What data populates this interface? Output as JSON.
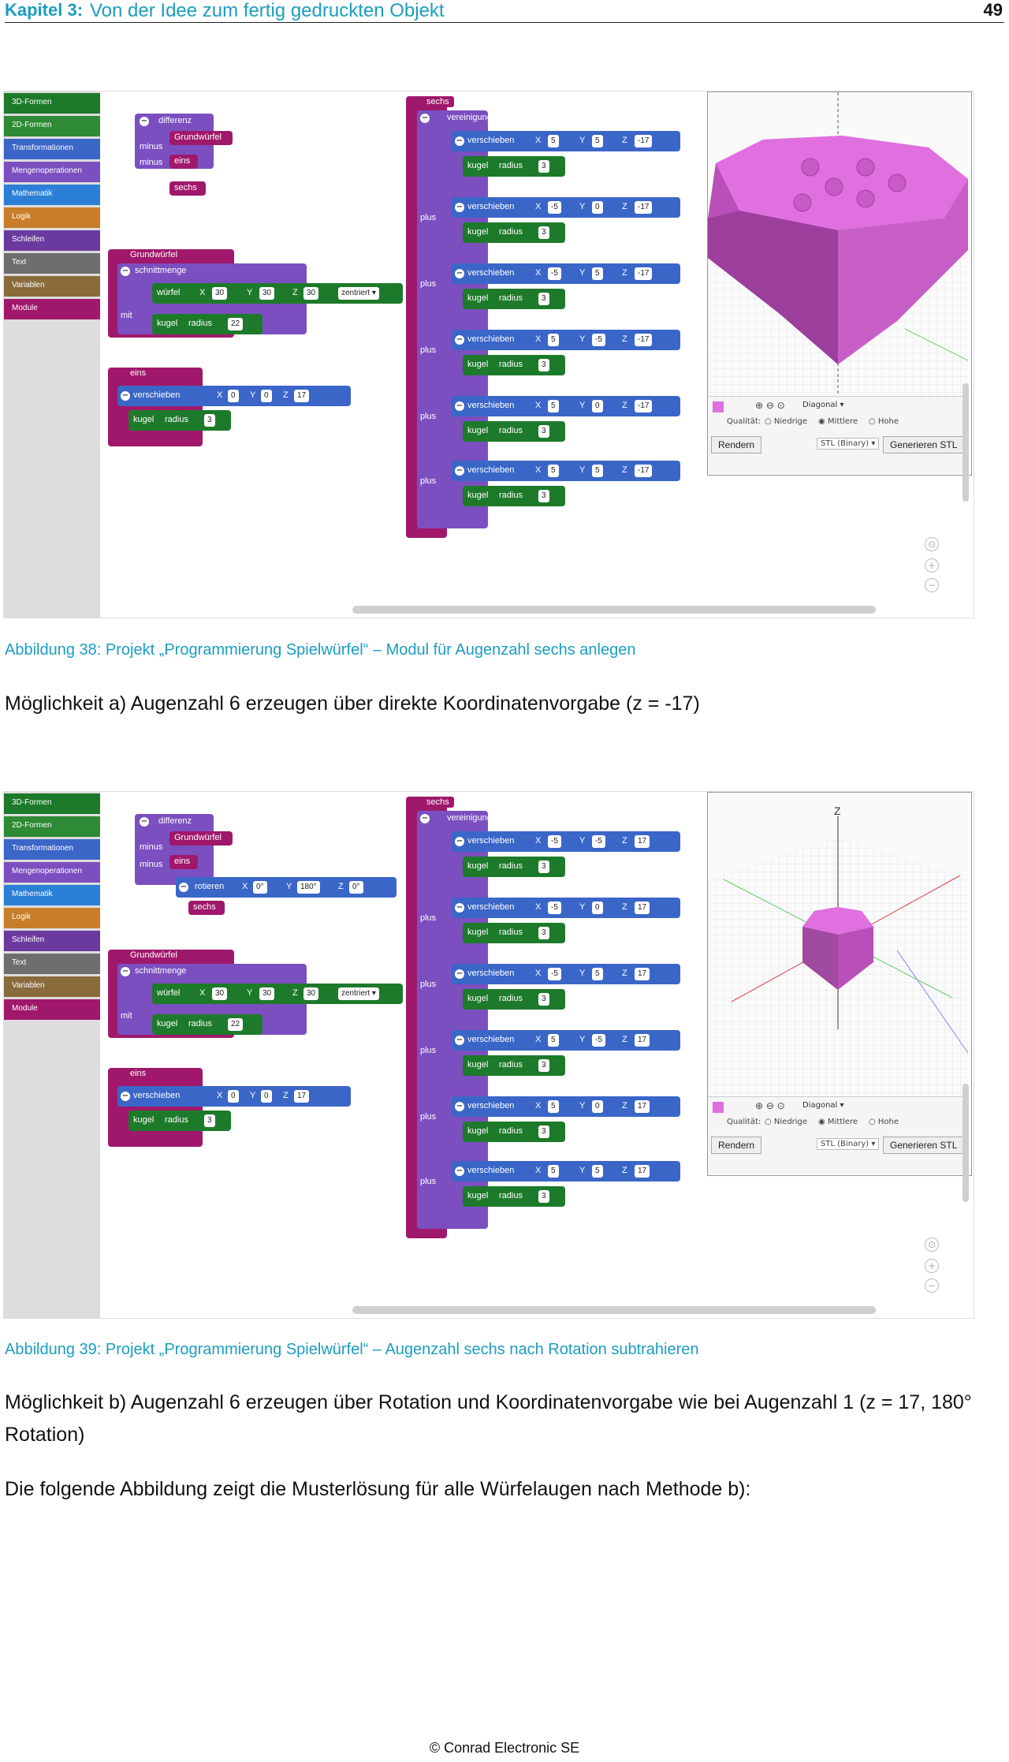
{
  "header": {
    "chapter": "Kapitel 3:",
    "title": "Von der Idee zum fertig gedruckten Objekt",
    "page_number": "49"
  },
  "toolbox_categories": [
    {
      "label": "3D-Formen",
      "color": "#1d7a2a"
    },
    {
      "label": "2D-Formen",
      "color": "#2e8a34"
    },
    {
      "label": "Transformationen",
      "color": "#3a66c8"
    },
    {
      "label": "Mengenoperationen",
      "color": "#7b4fc0"
    },
    {
      "label": "Mathematik",
      "color": "#2b7fd6"
    },
    {
      "label": "Logik",
      "color": "#c77d29"
    },
    {
      "label": "Schleifen",
      "color": "#6b3a9e"
    },
    {
      "label": "Text",
      "color": "#6e6e6e"
    },
    {
      "label": "Variablen",
      "color": "#8a6b3c"
    },
    {
      "label": "Module",
      "color": "#a0186b"
    }
  ],
  "blocks": {
    "difference": "differenz",
    "grundwuerfel": "Grundwürfel",
    "minus": "minus",
    "eins": "eins",
    "sechs": "sechs",
    "intersection": "schnittmenge",
    "wuerfel": "würfel",
    "x": "X",
    "y": "Y",
    "z": "Z",
    "v30": "30",
    "centered": "zentriert",
    "mit": "mit",
    "kugel": "kugel",
    "radius": "radius",
    "v22": "22",
    "verschieben": "verschieben",
    "v0": "0",
    "v17": "17",
    "v3": "3",
    "vereinigung": "vereinigung",
    "plus": "plus",
    "rotieren": "rotieren",
    "r0": "0°",
    "r180": "180°"
  },
  "moves_fig1": [
    {
      "x": "5",
      "y": "5",
      "z": "-17"
    },
    {
      "x": "-5",
      "y": "0",
      "z": "-17"
    },
    {
      "x": "-5",
      "y": "5",
      "z": "-17"
    },
    {
      "x": "5",
      "y": "-5",
      "z": "-17"
    },
    {
      "x": "5",
      "y": "0",
      "z": "-17"
    },
    {
      "x": "5",
      "y": "5",
      "z": "-17"
    }
  ],
  "moves_fig2": [
    {
      "x": "-5",
      "y": "-5",
      "z": "17"
    },
    {
      "x": "-5",
      "y": "0",
      "z": "17"
    },
    {
      "x": "-5",
      "y": "5",
      "z": "17"
    },
    {
      "x": "5",
      "y": "-5",
      "z": "17"
    },
    {
      "x": "5",
      "y": "0",
      "z": "17"
    },
    {
      "x": "5",
      "y": "5",
      "z": "17"
    }
  ],
  "viewer": {
    "view_select": "Diagonal",
    "quality_label": "Qualität:",
    "quality_options": [
      "Niedrige",
      "Mittlere",
      "Hohe"
    ],
    "render_button": "Rendern",
    "format_select": "STL (Binary)",
    "generate_button": "Generieren STL",
    "axis_z": "Z",
    "color_die": "#e070e0"
  },
  "captions": {
    "fig38": "Abbildung 38: Projekt „Programmierung Spielwürfel“ – Modul für Augenzahl sechs anlegen",
    "fig39": "Abbildung 39: Projekt „Programmierung Spielwürfel“ – Augenzahl sechs nach Rotation subtrahieren"
  },
  "paragraphs": {
    "a": "Möglichkeit a) Augenzahl 6 erzeugen über direkte Koordinatenvorgabe (z = -17)",
    "b": "Möglichkeit b) Augenzahl 6 erzeugen über Rotation und Koordinatenvorgabe wie bei Augenzahl 1 (z = 17, 180° Rotation)",
    "c": "Die folgende Abbildung zeigt die Musterlösung für alle Würfelaugen nach Methode b):"
  },
  "footer": "© Conrad Electronic SE"
}
